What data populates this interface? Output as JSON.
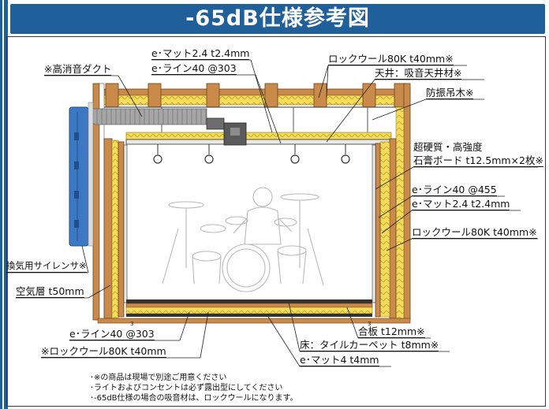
{
  "title": "-65dB仕様参考図",
  "labels": {
    "duct": "※高消音ダクト",
    "emat_top": "e･マット2.4  t2.4mm",
    "eline_top": "e･ライン40  @303",
    "rockwool_top": "ロックウール80K  t40mm※",
    "ceiling": "天井：吸音天井材※",
    "hanger": "防振吊木※",
    "board_1": "超硬質・高強度",
    "board_2": "石膏ボード  t12.5mm×2枚※",
    "eline_wall": "e･ライン40  @455",
    "emat_wall": "e･マット2.4  t2.4mm",
    "rockwool_wall": "ロックウール80K  t40mm※",
    "silencer": "換気用サイレンサ※",
    "air_layer": "空気層  t50mm",
    "eline_floor": "e･ライン40  @303",
    "rockwool_floor": "※ロックウール80K  t40mm",
    "plywood": "合板  t12mm※",
    "floor": "床：タイルカーペット  t8mm※",
    "emat_floor": "e･マット4  t4mm"
  },
  "notes": [
    "･※の商品は現場で別途ご用意ください",
    "･ライトおよびコンセントは必ず露出型にしてください",
    "･-65dB仕様の場合の吸音材は、ロックウールになります。"
  ],
  "colors": {
    "brand_blue": "#1f5f9a",
    "insulation_yellow": "#f2dc5a",
    "timber": "#c98a4a",
    "duct_blue": "#3d78c5",
    "duct_gray": "#a6a6a6"
  },
  "icons": [
    "drum-kit-illustration",
    "ceiling-light-icon",
    "ventilation-fan-icon"
  ]
}
